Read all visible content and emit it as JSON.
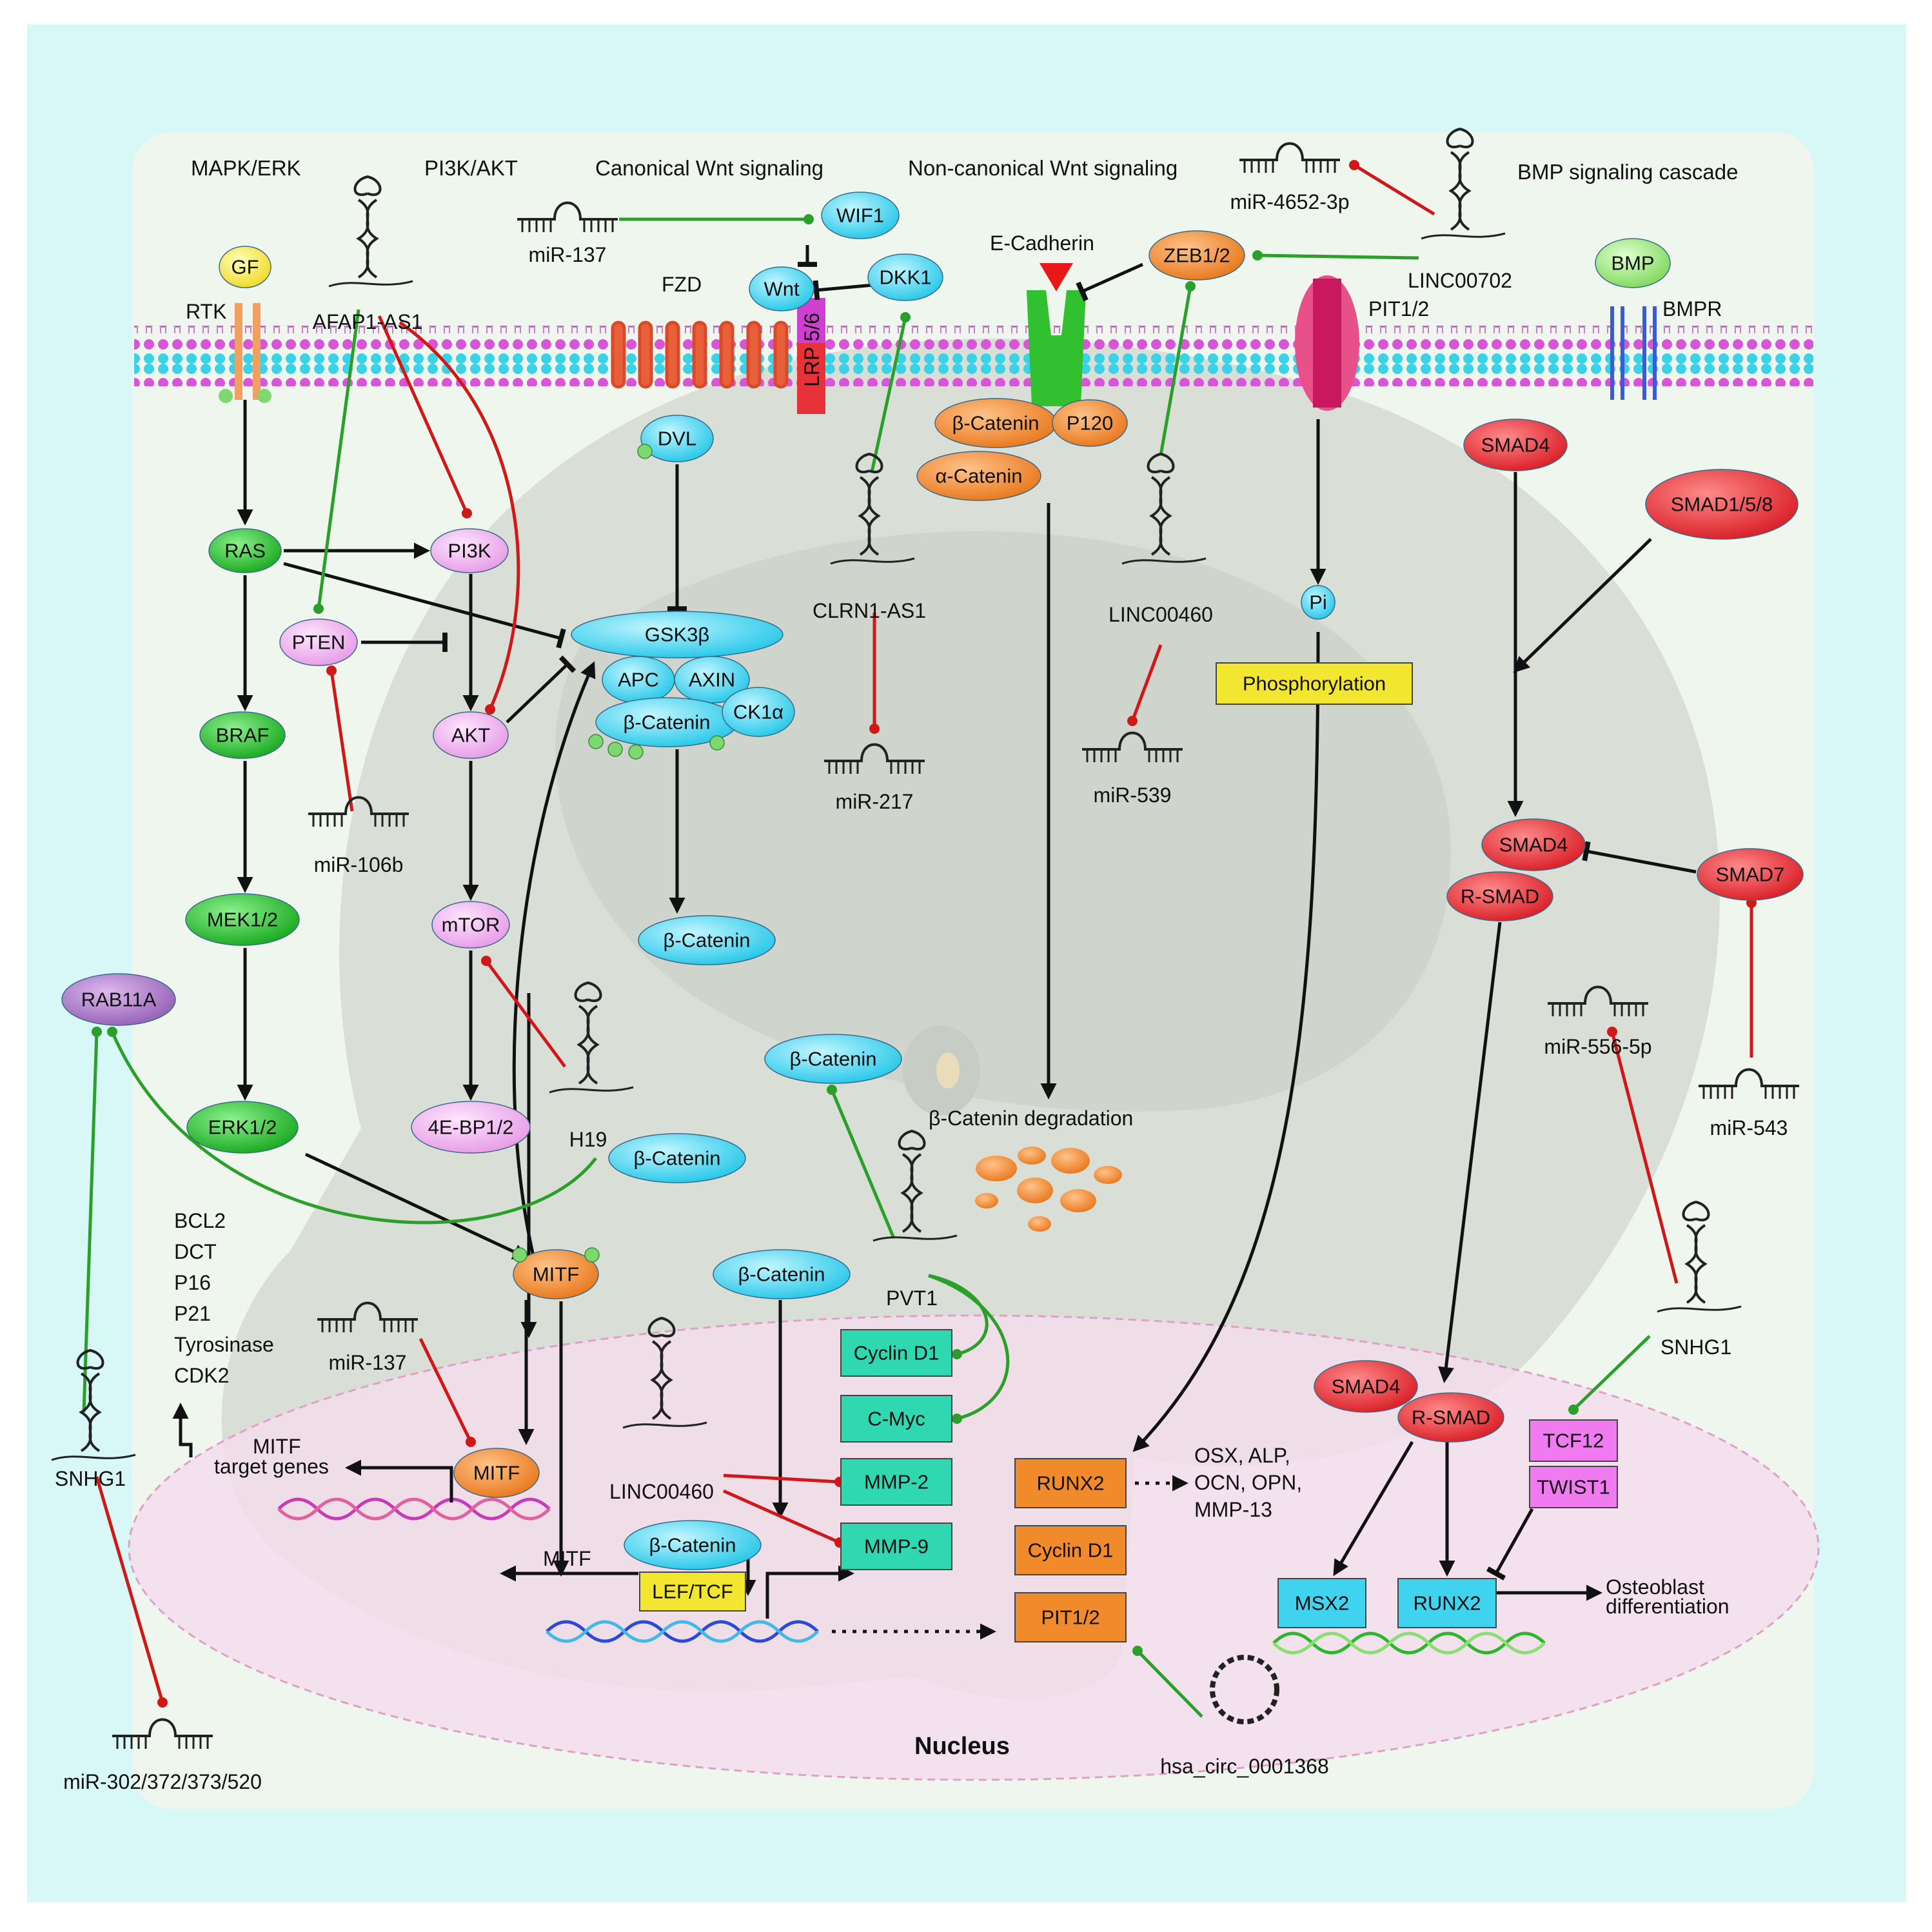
{
  "headers": {
    "mapk": "MAPK/ERK",
    "pi3k": "PI3K/AKT",
    "canon": "Canonical Wnt signaling",
    "noncanon": "Non-canonical Wnt signaling",
    "bmp": "BMP signaling cascade"
  },
  "labels": {
    "rtk": "RTK",
    "fzd": "FZD",
    "lrp": "LRP 5/6",
    "ecad": "E-Cadherin",
    "pit_membrane": "PIT1/2",
    "bmpr": "BMPR",
    "degradation": "β-Catenin degradation",
    "mitf_target": "MITF",
    "mitf_target2": "target genes",
    "mitf_arrow": "MITF",
    "osx": "OSX, ALP,",
    "osx2": "OCN, OPN,",
    "osx3": "MMP-13",
    "osteo": "Osteoblast",
    "osteo2": "differentiation",
    "nucleus": "Nucleus",
    "genes": [
      "BCL2",
      "DCT",
      "P16",
      "P21",
      "Tyrosinase",
      "CDK2"
    ]
  },
  "rnas": {
    "mir137_top": "miR-137",
    "mir4652": "miR-4652-3p",
    "afap1": "AFAP1-AS1",
    "linc00702": "LINC00702",
    "clrn1": "CLRN1-AS1",
    "linc00460_top": "LINC00460",
    "mir217": "miR-217",
    "mir539": "miR-539",
    "mir106b": "miR-106b",
    "h19": "H19",
    "mir556": "miR-556-5p",
    "mir543": "miR-543",
    "pvt1": "PVT1",
    "mir137_mid": "miR-137",
    "linc00460_mid": "LINC00460",
    "snhg1_left": "SNHG1",
    "snhg1_right": "SNHG1",
    "mir302": "miR-302/372/373/520",
    "circ": "hsa_circ_0001368"
  },
  "nodes": {
    "gf": "GF",
    "bmp": "BMP",
    "wif1": "WIF1",
    "wnt": "Wnt",
    "dkk1": "DKK1",
    "zeb": "ZEB1/2",
    "dvl": "DVL",
    "bcat_ecad": "β-Catenin",
    "p120": "P120",
    "acat": "α-Catenin",
    "smad4_top": "SMAD4",
    "smad158": "SMAD1/5/8",
    "ras": "RAS",
    "pi3k": "PI3K",
    "pten": "PTEN",
    "gsk": "GSK3β",
    "apc": "APC",
    "axin": "AXIN",
    "bcat_complex": "β-Catenin",
    "ck1": "CK1α",
    "pi": "Pi",
    "phos": "Phosphorylation",
    "braf": "BRAF",
    "akt": "AKT",
    "mek": "MEK1/2",
    "mtor": "mTOR",
    "bcat_free": "β-Catenin",
    "smad4_mid": "SMAD4",
    "rsmad_mid": "R-SMAD",
    "smad7": "SMAD7",
    "rab11a": "RAB11A",
    "bcat_pvt": "β-Catenin",
    "erk": "ERK1/2",
    "ebp": "4E-BP1/2",
    "bcat_rab": "β-Catenin",
    "mitf_p": "MITF",
    "bcat_nuc": "β-Catenin",
    "cyclind1_g": "Cyclin D1",
    "cmyc": "C-Myc",
    "mmp2": "MMP-2",
    "mmp9": "MMP-9",
    "mitf_nuc": "MITF",
    "smad4_nuc": "SMAD4",
    "rsmad_nuc": "R-SMAD",
    "tcf12": "TCF12",
    "twist1": "TWIST1",
    "runx2_o": "RUNX2",
    "cyclind1_o": "Cyclin D1",
    "pit12_o": "PIT1/2",
    "bcat_lef": "β-Catenin",
    "leftcf": "LEF/TCF",
    "msx2": "MSX2",
    "runx2_c": "RUNX2"
  },
  "colors": {
    "background": "#d8f8f8",
    "panel": "#eef6ee",
    "green_node": "#22c02a",
    "pink_node": "#f0b6f0",
    "cyan_node": "#3fd3ef",
    "orange_node": "#f08a2a",
    "red_node": "#e8323a",
    "purple_node": "#a875c4",
    "teal_box": "#2fd8b0",
    "activate": "#2aa02a",
    "inhibit": "#d01818",
    "nucleus_fill": "#f4dcec",
    "nucleus_border": "#e0a0c8"
  }
}
